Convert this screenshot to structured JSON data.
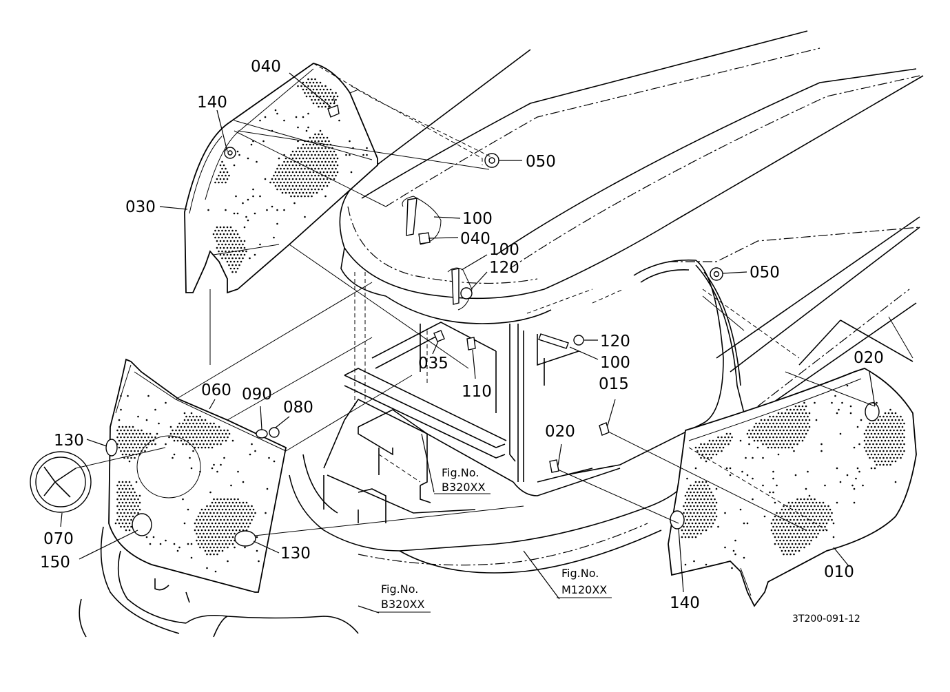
{
  "diagram": {
    "callouts": [
      {
        "key": "c040a",
        "text": "040"
      },
      {
        "key": "c140a",
        "text": "140"
      },
      {
        "key": "c030",
        "text": "030"
      },
      {
        "key": "c050a",
        "text": "050"
      },
      {
        "key": "c100a",
        "text": "100"
      },
      {
        "key": "c040b",
        "text": "040"
      },
      {
        "key": "c100b",
        "text": "100"
      },
      {
        "key": "c120a",
        "text": "120"
      },
      {
        "key": "c050b",
        "text": "050"
      },
      {
        "key": "c120b",
        "text": "120"
      },
      {
        "key": "c100c",
        "text": "100"
      },
      {
        "key": "c035",
        "text": "035"
      },
      {
        "key": "c110",
        "text": "110"
      },
      {
        "key": "c015",
        "text": "015"
      },
      {
        "key": "c020a",
        "text": "020"
      },
      {
        "key": "c020b",
        "text": "020"
      },
      {
        "key": "c060",
        "text": "060"
      },
      {
        "key": "c090",
        "text": "090"
      },
      {
        "key": "c080",
        "text": "080"
      },
      {
        "key": "c130a",
        "text": "130"
      },
      {
        "key": "c070",
        "text": "070"
      },
      {
        "key": "c150",
        "text": "150"
      },
      {
        "key": "c130b",
        "text": "130"
      },
      {
        "key": "c140b",
        "text": "140"
      },
      {
        "key": "c010",
        "text": "010"
      }
    ],
    "figure_refs": [
      {
        "line1": "Fig.No.",
        "line2": "B320XX"
      },
      {
        "line1": "Fig.No.",
        "line2": "M120XX"
      },
      {
        "line1": "Fig.No.",
        "line2": "B320XX"
      }
    ],
    "drawing_code": "3T200-091-12",
    "colors": {
      "ink": "#000000",
      "paper": "#ffffff"
    }
  }
}
